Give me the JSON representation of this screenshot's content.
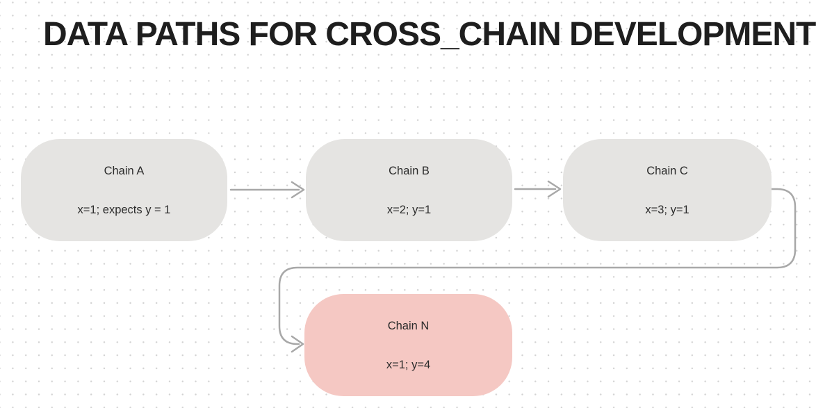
{
  "title": "DATA PATHS FOR CROSS_CHAIN DEVELOPMENT",
  "colors": {
    "background": "#ffffff",
    "dot_grid": "#d2d2d2",
    "title_text": "#1e1e1e",
    "node_text": "#2b2b2b",
    "node_gray_fill": "#e5e4e2",
    "node_pink_fill": "#f5c8c3",
    "connector_stroke": "#a8a8a8"
  },
  "nodes": [
    {
      "id": "chain-a",
      "label": "Chain A",
      "value": "x=1; expects y = 1",
      "fill": "gray"
    },
    {
      "id": "chain-b",
      "label": "Chain B",
      "value": "x=2; y=1",
      "fill": "gray"
    },
    {
      "id": "chain-c",
      "label": "Chain C",
      "value": "x=3; y=1",
      "fill": "gray"
    },
    {
      "id": "chain-n",
      "label": "Chain N",
      "value": "x=1; y=4",
      "fill": "pink"
    }
  ],
  "connectors": [
    {
      "from": "Chain A",
      "to": "Chain B",
      "type": "straight-arrow-right"
    },
    {
      "from": "Chain B",
      "to": "Chain C",
      "type": "straight-arrow-right"
    },
    {
      "from": "Chain C",
      "to": "Chain N",
      "type": "loop-down-left-arrow"
    }
  ]
}
